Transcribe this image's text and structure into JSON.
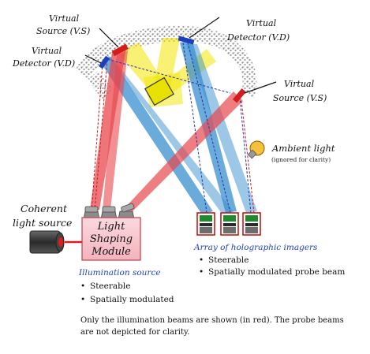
{
  "labels": {
    "vs_top_line1": "Virtual",
    "vs_top_line2": "Source (V.S)",
    "vd_left_line1": "Virtual",
    "vd_left_line2": "Detector (V.D)",
    "vd_right_line1": "Virtual",
    "vd_right_line2": "Detector (V.D)",
    "vs_right_line1": "Virtual",
    "vs_right_line2": "Source (V.S)",
    "ambient_line1": "Ambient light",
    "ambient_line2": "(ignored for clarity)",
    "coherent_line1": "Coherent",
    "coherent_line2": "light source",
    "module_line1": "Light",
    "module_line2": "Shaping",
    "module_line3": "Module"
  },
  "illumination": {
    "title": "Illumination source",
    "bullets": [
      "Steerable",
      "Spatially modulated"
    ]
  },
  "imagers": {
    "title": "Array of holographic imagers",
    "bullets": [
      "Steerable",
      "Spatially modulated probe beam"
    ]
  },
  "footnote": {
    "line1": "Only the illumination beams are shown (in red). The probe beams",
    "line2": "are not depicted for clarity."
  },
  "colors": {
    "illumination_beam": "#e8474d",
    "probe_beam": "#3a8fd0",
    "ambient_beam": "#f2e600",
    "module_fill": "#f6c4cc",
    "module_border": "#c0404c",
    "imager_border": "#c81818",
    "imager_green": "#1e8c2e",
    "dashed_red": "#cc1a1a",
    "dashed_blue": "#2233aa",
    "label_blue": "#1f3fbf"
  }
}
